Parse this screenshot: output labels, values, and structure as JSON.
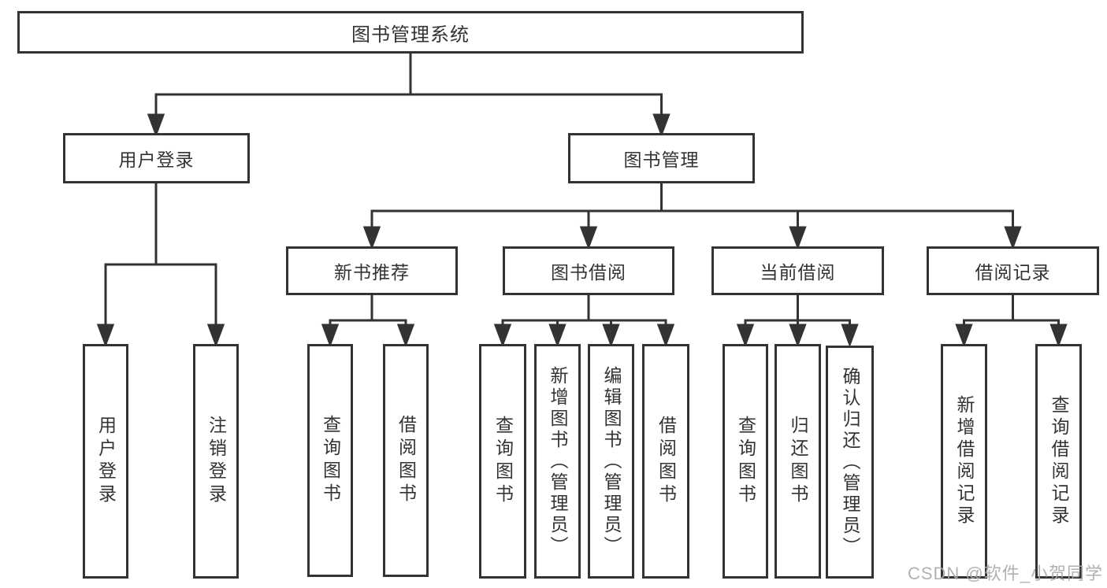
{
  "title": "图书管理系统",
  "watermark": "CSDN @软件_小贺同学",
  "colors": {
    "line": "#333333",
    "box_border": "#333333",
    "box_fill": "#ffffff",
    "text": "#333333",
    "watermark": "#ababab"
  },
  "nodes": {
    "root": {
      "label": "图书管理系统"
    },
    "user_login": {
      "label": "用户登录"
    },
    "book_mgmt": {
      "label": "图书管理"
    },
    "new_book_rec": {
      "label": "新书推荐"
    },
    "book_borrow": {
      "label": "图书借阅"
    },
    "current_borrow": {
      "label": "当前借阅"
    },
    "borrow_records": {
      "label": "借阅记录"
    }
  },
  "children": {
    "user_login": [
      {
        "label": "用户登录"
      },
      {
        "label": "注销登录"
      }
    ],
    "new_book_rec": [
      {
        "label": "查询图书"
      },
      {
        "label": "借阅图书"
      }
    ],
    "book_borrow": [
      {
        "label": "查询图书"
      },
      {
        "label": "新增图书（管理员）"
      },
      {
        "label": "编辑图书（管理员）"
      },
      {
        "label": "借阅图书"
      }
    ],
    "current_borrow": [
      {
        "label": "查询图书"
      },
      {
        "label": "归还图书"
      },
      {
        "label": "确认归还（管理员）"
      }
    ],
    "borrow_records": [
      {
        "label": "新增借阅记录"
      },
      {
        "label": "查询借阅记录"
      }
    ]
  }
}
